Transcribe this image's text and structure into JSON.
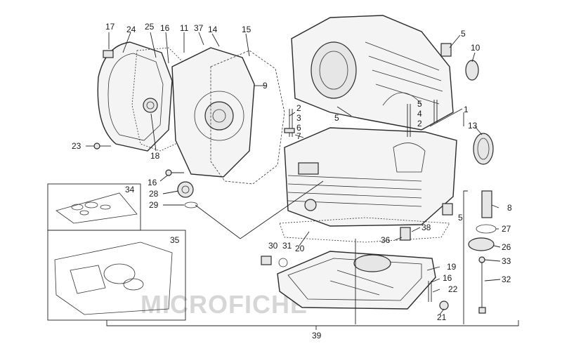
{
  "watermark": "MICROFICHE",
  "callouts": [
    {
      "id": "17",
      "text": "17"
    },
    {
      "id": "24",
      "text": "24"
    },
    {
      "id": "25",
      "text": "25"
    },
    {
      "id": "16a",
      "text": "16"
    },
    {
      "id": "11",
      "text": "11"
    },
    {
      "id": "37",
      "text": "37"
    },
    {
      "id": "14",
      "text": "14"
    },
    {
      "id": "15",
      "text": "15"
    },
    {
      "id": "9",
      "text": "9"
    },
    {
      "id": "5a",
      "text": "5"
    },
    {
      "id": "10",
      "text": "10"
    },
    {
      "id": "2a",
      "text": "2"
    },
    {
      "id": "3",
      "text": "3"
    },
    {
      "id": "6",
      "text": "6"
    },
    {
      "id": "7",
      "text": "7"
    },
    {
      "id": "5b",
      "text": "5"
    },
    {
      "id": "5c",
      "text": "5"
    },
    {
      "id": "4",
      "text": "4"
    },
    {
      "id": "2b",
      "text": "2"
    },
    {
      "id": "1",
      "text": "1"
    },
    {
      "id": "13",
      "text": "13"
    },
    {
      "id": "23",
      "text": "23"
    },
    {
      "id": "18",
      "text": "18"
    },
    {
      "id": "16b",
      "text": "16"
    },
    {
      "id": "28",
      "text": "28"
    },
    {
      "id": "29",
      "text": "29"
    },
    {
      "id": "34",
      "text": "34"
    },
    {
      "id": "35",
      "text": "35"
    },
    {
      "id": "8",
      "text": "8"
    },
    {
      "id": "5d",
      "text": "5"
    },
    {
      "id": "38",
      "text": "38"
    },
    {
      "id": "27",
      "text": "27"
    },
    {
      "id": "36",
      "text": "36"
    },
    {
      "id": "30",
      "text": "30"
    },
    {
      "id": "31",
      "text": "31"
    },
    {
      "id": "20",
      "text": "20"
    },
    {
      "id": "26",
      "text": "26"
    },
    {
      "id": "33",
      "text": "33"
    },
    {
      "id": "19",
      "text": "19"
    },
    {
      "id": "16c",
      "text": "16"
    },
    {
      "id": "22",
      "text": "22"
    },
    {
      "id": "32",
      "text": "32"
    },
    {
      "id": "21",
      "text": "21"
    },
    {
      "id": "39",
      "text": "39"
    }
  ]
}
